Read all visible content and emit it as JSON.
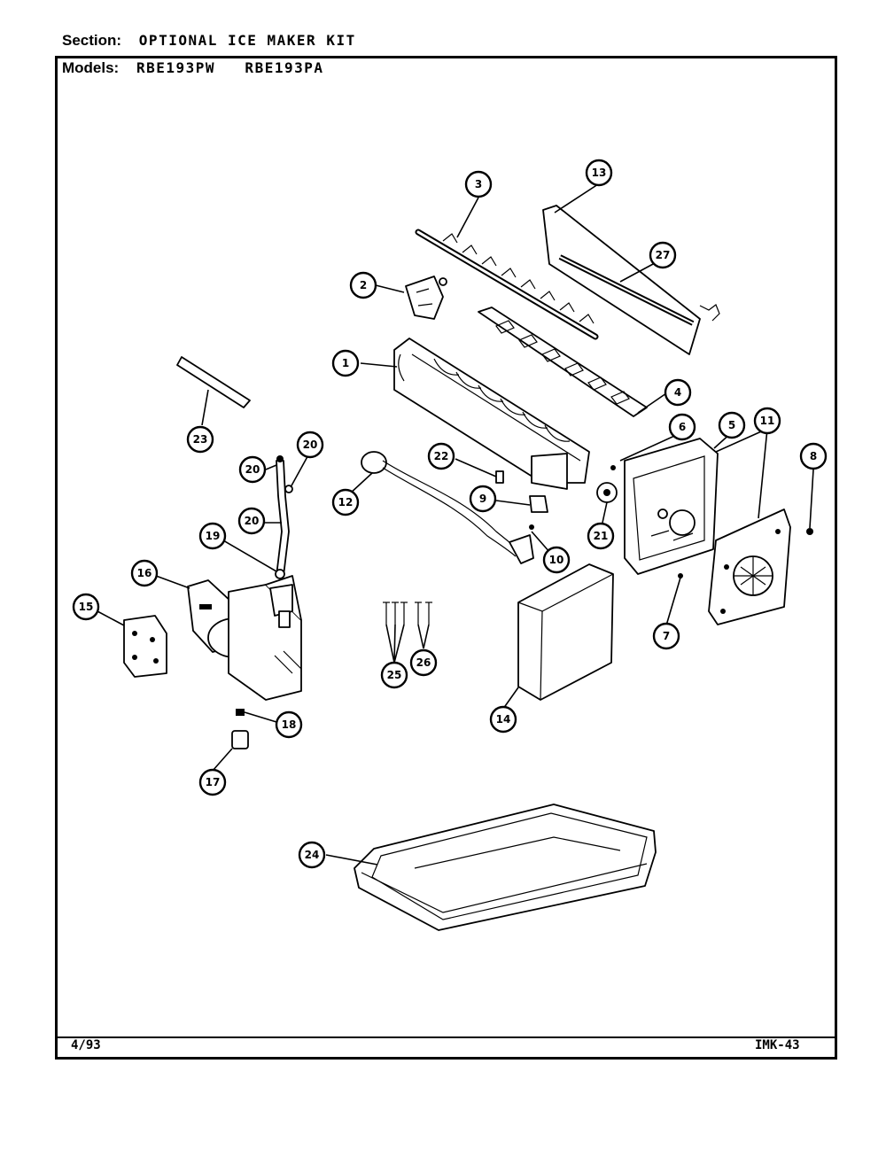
{
  "header": {
    "section_label": "Section:",
    "section_value": "OPTIONAL ICE MAKER KIT",
    "models_label": "Models:",
    "models_value": "RBE193PW   RBE193PA"
  },
  "footer": {
    "date": "4/93",
    "code": "IMK-43"
  },
  "callouts": [
    "1",
    "2",
    "3",
    "4",
    "5",
    "6",
    "7",
    "8",
    "9",
    "10",
    "11",
    "12",
    "13",
    "14",
    "15",
    "16",
    "17",
    "18",
    "19",
    "20",
    "20",
    "20",
    "21",
    "22",
    "23",
    "24",
    "25",
    "26",
    "27"
  ]
}
